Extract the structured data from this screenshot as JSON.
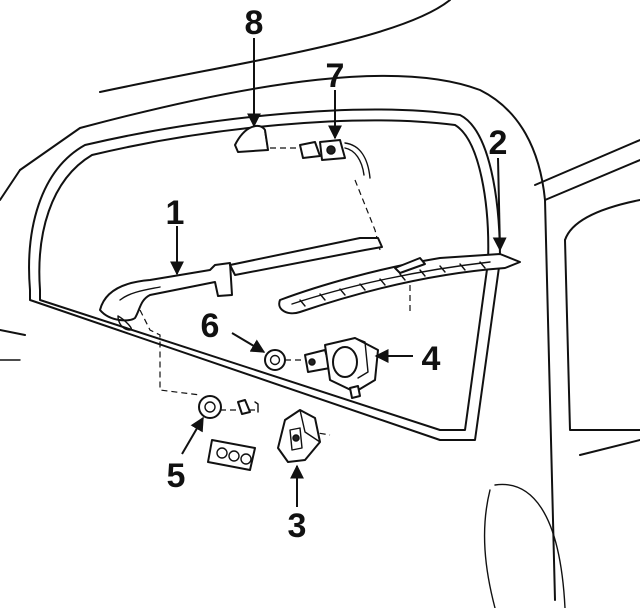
{
  "callouts": [
    {
      "id": "arm",
      "label": "1"
    },
    {
      "id": "blade",
      "label": "2"
    },
    {
      "id": "switch",
      "label": "3"
    },
    {
      "id": "motor",
      "label": "4"
    },
    {
      "id": "bezel",
      "label": "5"
    },
    {
      "id": "nut",
      "label": "6"
    },
    {
      "id": "nozzle",
      "label": "7"
    },
    {
      "id": "cover",
      "label": "8"
    }
  ],
  "colors": {
    "ink": "#111111",
    "background": "#ffffff"
  }
}
